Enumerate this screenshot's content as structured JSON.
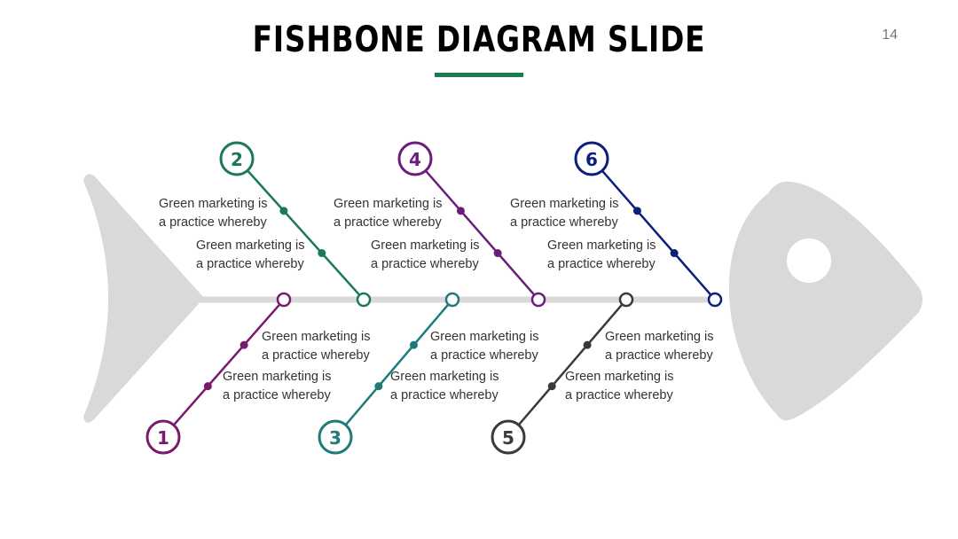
{
  "slide": {
    "title": "FISHBONE DIAGRAM SLIDE",
    "page_number": "14",
    "accent_color": "#1b7a4f"
  },
  "fish": {
    "body_color": "#d9d9d9",
    "spine_color": "#d9d9d9"
  },
  "bones": [
    {
      "number": "1",
      "color": "#7a1a6b",
      "position": "bottom"
    },
    {
      "number": "2",
      "color": "#1b7a55",
      "position": "top"
    },
    {
      "number": "3",
      "color": "#1f7a7a",
      "position": "bottom"
    },
    {
      "number": "4",
      "color": "#6b1d7e",
      "position": "top"
    },
    {
      "number": "5",
      "color": "#3a3a3a",
      "position": "bottom"
    },
    {
      "number": "6",
      "color": "#0c1f7a",
      "position": "top"
    }
  ],
  "captions": {
    "c1": [
      "Green marketing is",
      "a practice whereby"
    ],
    "c2": [
      "Green marketing is",
      "a practice whereby"
    ],
    "c3": [
      "Green marketing is",
      "a practice whereby"
    ],
    "c4": [
      "Green marketing is",
      "a practice whereby"
    ],
    "c5": [
      "Green marketing is",
      "a practice whereby"
    ],
    "c6": [
      "Green marketing is",
      "a practice whereby"
    ],
    "c7": [
      "Green marketing is",
      "a practice whereby"
    ],
    "c8": [
      "Green marketing is",
      "a practice whereby"
    ],
    "c9": [
      "Green marketing is",
      "a practice whereby"
    ],
    "c10": [
      "Green marketing is",
      "a practice whereby"
    ],
    "c11": [
      "Green marketing is",
      "a practice whereby"
    ],
    "c12": [
      "Green marketing is",
      "a practice whereby"
    ]
  }
}
